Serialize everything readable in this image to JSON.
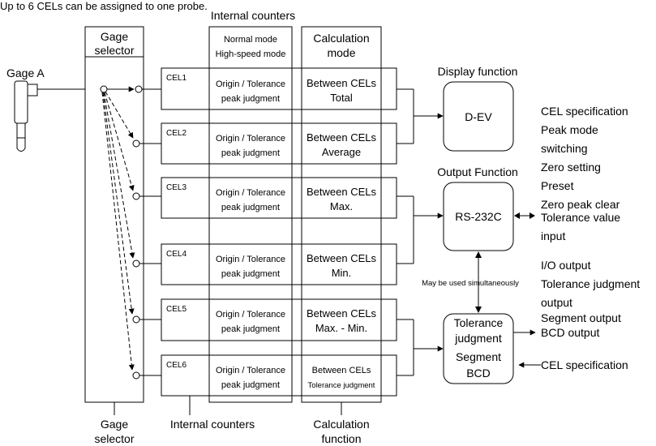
{
  "header": {
    "top_text": "Up to 6 CELs can be assigned to one probe.",
    "internal_counters_title": "Internal counters",
    "mode_left": [
      "Normal mode",
      "High-speed mode"
    ],
    "mode_right": [
      "Calculation",
      "mode"
    ]
  },
  "gage": {
    "label": "Gage A",
    "selector_label_top": [
      "Gage",
      "selector"
    ],
    "selector_label_bottom": [
      "Gage",
      "selector"
    ]
  },
  "cels": [
    {
      "id": "CEL1",
      "origin": [
        "Origin / Tolerance",
        "peak judgment"
      ],
      "calc": [
        "Between CELs",
        "Total"
      ]
    },
    {
      "id": "CEL2",
      "origin": [
        "Origin / Tolerance",
        "peak judgment"
      ],
      "calc": [
        "Between CELs",
        "Average"
      ]
    },
    {
      "id": "CEL3",
      "origin": [
        "Origin / Tolerance",
        "peak judgment"
      ],
      "calc": [
        "Between CELs",
        "Max."
      ]
    },
    {
      "id": "CEL4",
      "origin": [
        "Origin / Tolerance",
        "peak judgment"
      ],
      "calc": [
        "Between CELs",
        "Min."
      ]
    },
    {
      "id": "CEL5",
      "origin": [
        "Origin / Tolerance",
        "peak judgment"
      ],
      "calc": [
        "Between CELs",
        "Max. - Min."
      ]
    },
    {
      "id": "CEL6",
      "origin": [
        "Origin / Tolerance",
        "peak judgment"
      ],
      "calc": [
        "Between CELs",
        "Tolerance judgment"
      ]
    }
  ],
  "display": {
    "title": "Display function",
    "box": "D-EV"
  },
  "output": {
    "title": "Output Function",
    "box": "RS-232C"
  },
  "simultaneous": "May be used simultaneously",
  "tolerance_box": [
    "Tolerance",
    "judgment",
    "Segment",
    "BCD"
  ],
  "right_list_1": [
    "CEL specification",
    "Peak mode",
    "switching",
    "Zero setting",
    "Preset",
    "Zero peak clear",
    "Tolerance value",
    "input"
  ],
  "right_list_2": [
    "I/O output",
    "Tolerance judgment",
    "output",
    "Segment output",
    "BCD output"
  ],
  "right_list_3": [
    "CEL specification"
  ],
  "bottom": {
    "internal_counters": "Internal counters",
    "calc_function": [
      "Calculation",
      "function"
    ]
  }
}
